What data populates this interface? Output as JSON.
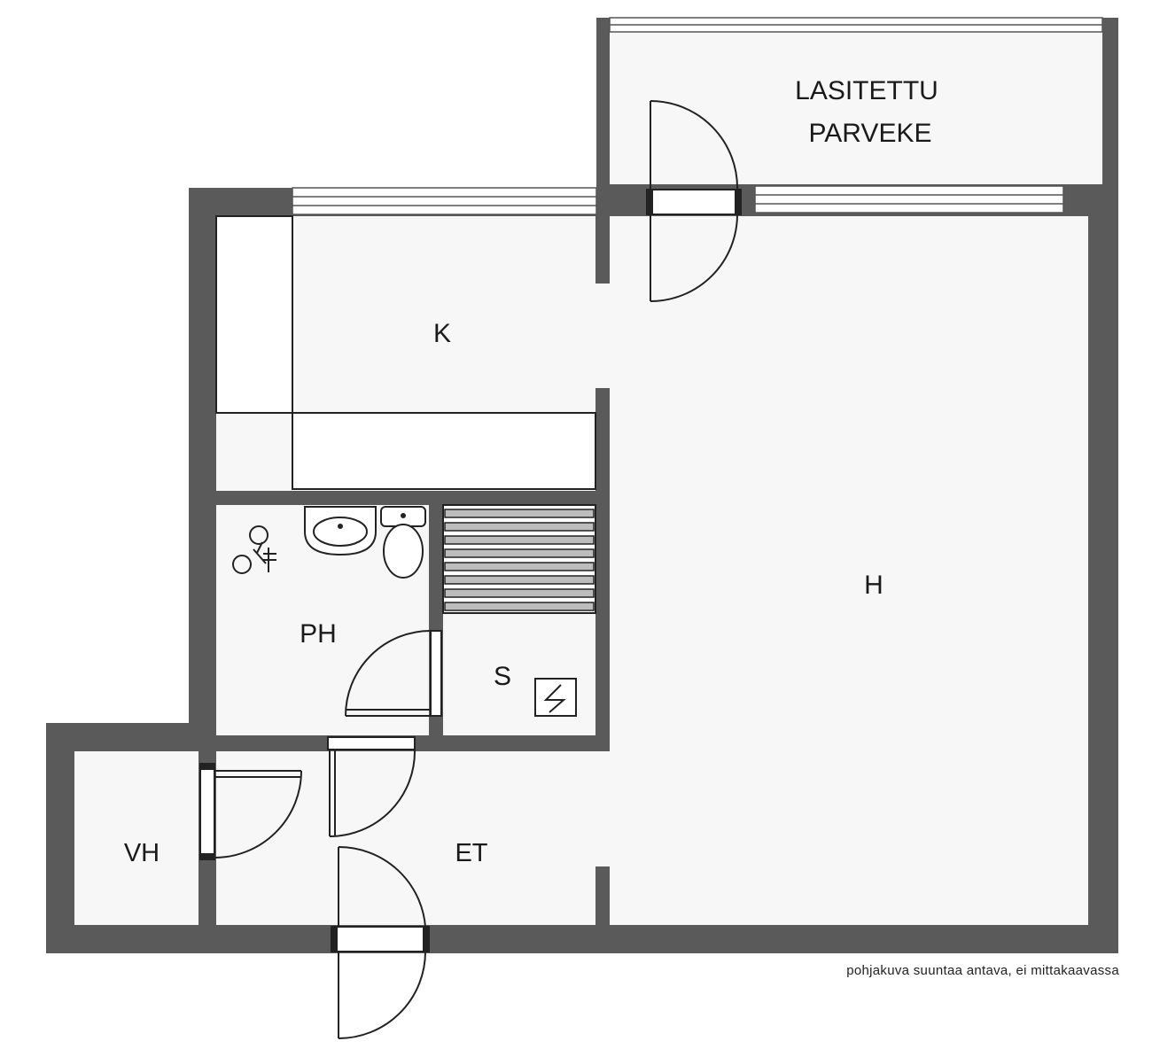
{
  "rooms": {
    "balcony_line1": "LASITETTU",
    "balcony_line2": "PARVEKE",
    "kitchen": "K",
    "living": "H",
    "bathroom": "PH",
    "sauna": "S",
    "closet": "VH",
    "hall": "ET"
  },
  "caption": "pohjakuva suuntaa antava, ei mittakaavassa",
  "colors": {
    "wall": "#5a5a5a",
    "floor": "#f7f7f7",
    "line": "#222222",
    "bench": "#bdbdbd"
  },
  "icons": [
    "shower-icon",
    "sink-icon",
    "toilet-icon",
    "electric-panel-icon",
    "door-swing-icon",
    "window-icon"
  ]
}
